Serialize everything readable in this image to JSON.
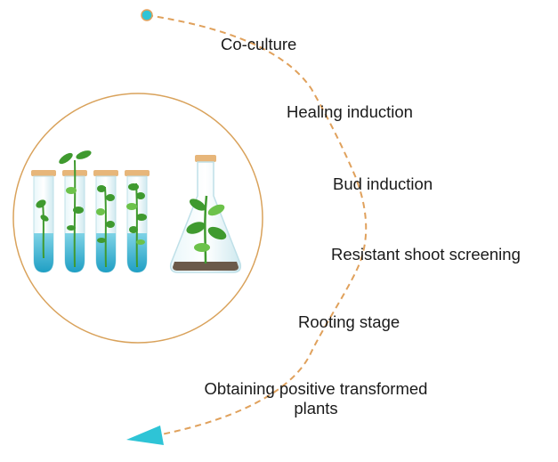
{
  "colors": {
    "path": "#e0a15c",
    "arrow": "#2ec4d6",
    "circle": "#d9a25b",
    "glass": "#d7eff4",
    "liquid": "#33b3d1",
    "cap": "#e7b67a",
    "leaf": "#3f9a2f",
    "leaf_light": "#6cc24a",
    "soil": "#6b5a4a"
  },
  "icons": {
    "start": "start-dot-icon",
    "end": "end-arrow-icon",
    "tubes": "test-tube-plantlet-icon",
    "flask": "erlenmeyer-flask-plant-icon"
  },
  "steps": [
    {
      "label": "Co-culture"
    },
    {
      "label": "Healing induction"
    },
    {
      "label": "Bud induction"
    },
    {
      "label": "Resistant shoot screening"
    },
    {
      "label": "Rooting stage"
    },
    {
      "label": "Obtaining positive transformed plants"
    }
  ]
}
